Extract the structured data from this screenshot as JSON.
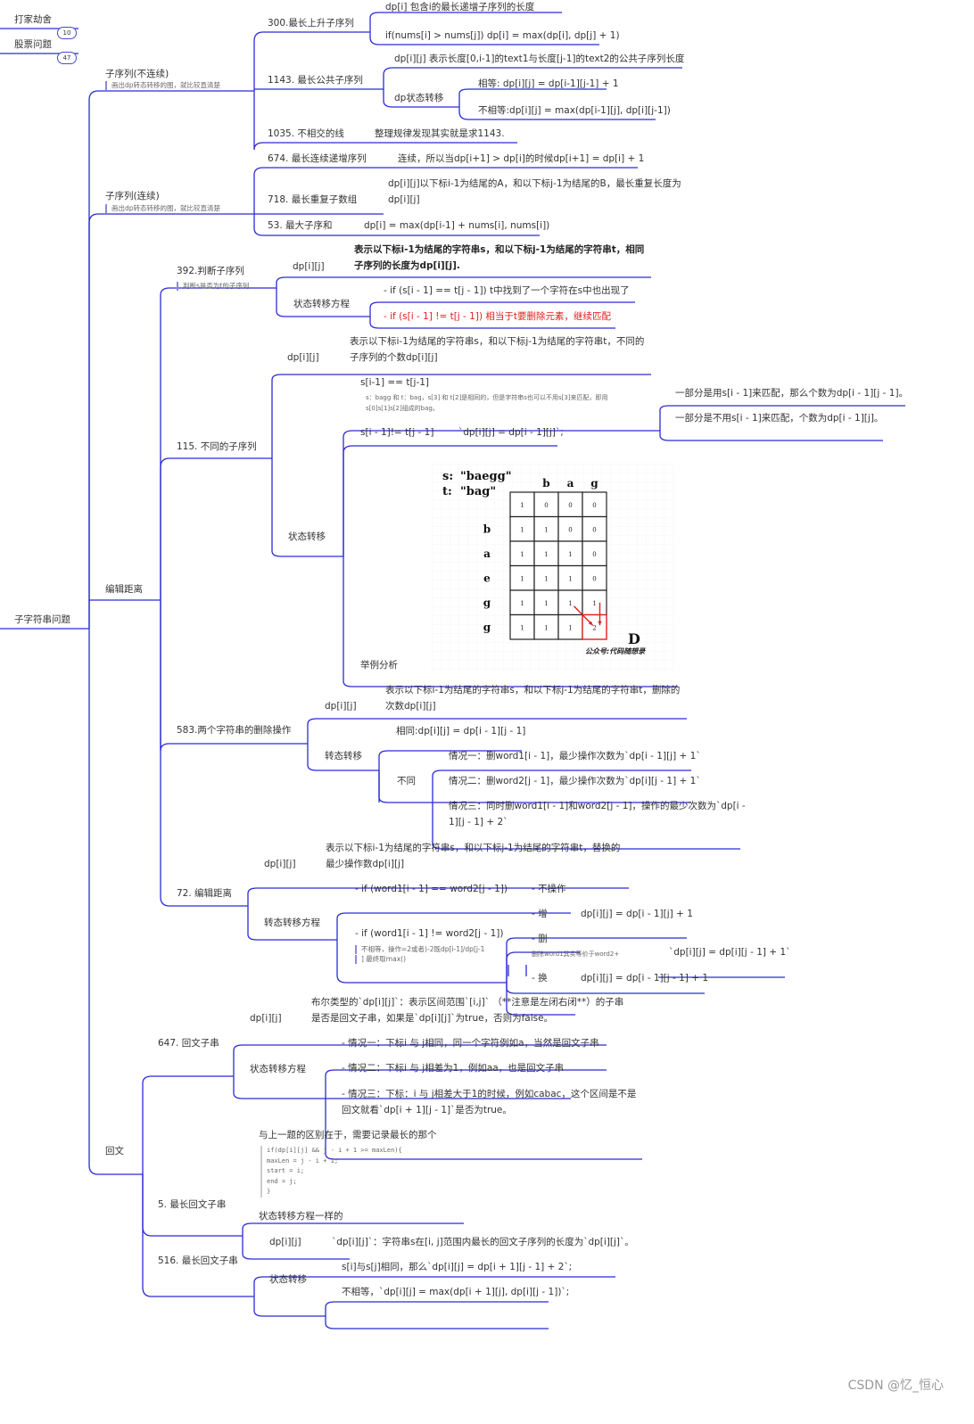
{
  "side": {
    "topic1": "打家劫舍",
    "topic1_count": "10",
    "topic2": "股票问题",
    "topic2_count": "47"
  },
  "root": "子字符串问题",
  "subseq_noncont": {
    "label": "子序列(不连续)",
    "note": "画出dp转态转移的图，就比较直清楚",
    "p300": {
      "title": "300.最长上升子序列",
      "def": "dp[i] 包含i的最长递增子序列的长度",
      "trans": "if(nums[i] > nums[j]) dp[i] = max(dp[i], dp[j] + 1)"
    },
    "p1143": {
      "title": "1143. 最长公共子序列",
      "def": "dp[i][j] 表示长度[0,i-1]的text1与长度[j-1]的text2的公共子序列长度",
      "trans": "dp状态转移",
      "eq": "相等: dp[i][j] = dp[i-1][j-1] + 1",
      "neq": "不相等:dp[i][j] = max(dp[i-1][j], dp[i][j-1])"
    },
    "p1035": {
      "title": "1035. 不相交的线",
      "desc": "整理规律发现其实就是求1143."
    }
  },
  "subseq_cont": {
    "label": "子序列(连续)",
    "note": "画出dp转态转移的图，就比较直清楚",
    "p674": {
      "title": "674. 最长连续递增序列",
      "desc": "连续，所以当dp[i+1] > dp[i]的时候dp[i+1] = dp[i] + 1"
    },
    "p718": {
      "title": "718. 最长重复子数组",
      "desc1": "dp[i][j]以下标i-1为结尾的A，和以下标j-1为结尾的B，最长重复长度为",
      "desc2": "dp[i][j]"
    },
    "p53": {
      "title": "53. 最大子序和",
      "desc": "dp[i] = max(dp[i-1] + nums[i], nums[i])"
    }
  },
  "edit": {
    "label": "编辑距离",
    "p392": {
      "title": "392.判断子序列",
      "note": "判断s是否为t的子序列",
      "dp": "dp[i][j]",
      "def1": "表示以下标i-1为结尾的字符串s，和以下标j-1为结尾的字符串t，相同",
      "def2": "子序列的长度为dp[i][j].",
      "trans": "状态转移方程",
      "c1": "- if (s[i - 1] == t[j - 1])    t中找到了一个字符在s中也出现了",
      "c2": "- if (s[i - 1] != t[j - 1]) 相当于t要删除元素，继续匹配"
    },
    "p115": {
      "title": "115. 不同的子序列",
      "dp": "dp[i][j]",
      "def1": "表示以下标i-1为结尾的字符串s，和以下标j-1为结尾的字符串t，不同的",
      "def2": "子序列的个数dp[i][j]",
      "trans": "状态转移",
      "eq": "s[i-1] == t[j-1]",
      "eq_note1": "s：bagg 和 t：bag，s[3] 和 t[2]是相同的，但是字符串s也可以不用s[3]来匹配，即用",
      "eq_note2": "s[0]s[1]s[2]组成的bag。",
      "part1": "一部分是用s[i - 1]来匹配，那么个数为dp[i - 1][j - 1]。",
      "part2": "一部分是不用s[i - 1]来匹配，个数为dp[i - 1][j]。",
      "neq": "s[i - 1]!= t[j - 1]",
      "neq_eq": "`dp[i][j] = dp[i - 1][j]`;",
      "example": "举例分析",
      "figure": {
        "s_label": "s:",
        "s_val": "\"baegg\"",
        "t_label": "t:",
        "t_val": "\"bag\"",
        "cols": [
          "b",
          "a",
          "g"
        ],
        "rows": [
          "b",
          "a",
          "e",
          "g",
          "g"
        ],
        "grid": [
          [
            "1",
            "0",
            "0",
            "0"
          ],
          [
            "1",
            "1",
            "0",
            "0"
          ],
          [
            "1",
            "1",
            "1",
            "0"
          ],
          [
            "1",
            "1",
            "1",
            "0"
          ],
          [
            "1",
            "1",
            "1",
            "1"
          ],
          [
            "1",
            "1",
            "1",
            "2"
          ]
        ],
        "brand": "D",
        "brand_text": "公众号:代码随想录"
      }
    },
    "p583": {
      "title": "583.两个字符串的删除操作",
      "dp": "dp[i][j]",
      "def1": "表示以下标i-1为结尾的字符串s，和以下标j-1为结尾的字符串t，删除的",
      "def2": "次数dp[i][j]",
      "trans": "转态转移",
      "same": "相同:dp[i][j] = dp[i - 1][j - 1]",
      "diff": "不同",
      "c1": "情况一：删word1[i - 1]，最少操作次数为`dp[i - 1][j] + 1`",
      "c2": "情况二：删word2[j - 1]，最少操作次数为`dp[i][j - 1] + 1`",
      "c3a": "情况三：同时删word1[i - 1]和word2[j - 1]，操作的最少次数为`dp[i -",
      "c3b": "1][j - 1] + 2`"
    },
    "p72": {
      "title": "72. 编辑距离",
      "dp": "dp[i][j]",
      "def1": "表示以下标i-1为结尾的字符串s，和以下标j-1为结尾的字符串t，替换的",
      "def2": "最少操作数dp[i][j]",
      "trans": "转态转移方程",
      "if_eq": "- if (word1[i - 1] == word2[j - 1])",
      "noop": "- 不操作",
      "if_neq": "- if (word1[i - 1] != word2[j - 1])",
      "note1": "不相等，操作=2或者)-2既dp[i-1]/dp[j-1",
      "note2": "] 最终取max()",
      "add": "- 增",
      "add_eq": "dp[i][j] = dp[i - 1][j] + 1",
      "del": "- 删",
      "del_note": "删除word1其实等价于word2+",
      "del_eq": "`dp[i][j] = dp[i][j - 1] + 1`",
      "rep": "- 换",
      "rep_eq": "dp[i][j] = dp[i - 1][j - 1] + 1"
    }
  },
  "pal": {
    "label": "回文",
    "p647": {
      "title": "647. 回文子串",
      "dp": "dp[i][j]",
      "def1": "布尔类型的`dp[i][j]`：表示区间范围`[i,j]` （**注意是左闭右闭**）的子串",
      "def2": "是否是回文子串，如果是`dp[i][j]`为true，否则为false。",
      "trans": "状态转移方程",
      "c1": "- 情况一：下标i 与 j相同，同一个字符例如a，当然是回文子串",
      "c2": "- 情况二：下标i 与 j相差为1，例如aa，也是回文子串",
      "c3a": "- 情况三：下标：i 与 j相差大于1的时候，例如cabac，这个区间是不是",
      "c3b": "回文就看`dp[i + 1][j - 1]`是否为true。"
    },
    "p5": {
      "title": "5. 最长回文子串",
      "desc": "与上一题的区别在于，需要记录最长的那个",
      "code": "if(dp[i][j] && j - i + 1 >= maxLen){\nmaxLen = j - i + 1;\nstart = i;\nend = j;\n}",
      "trans": "状态转移方程一样的"
    },
    "p516": {
      "title": "516. 最长回文子串",
      "dp": "dp[i][j]",
      "def": "`dp[i][j]`：字符串s在[i, j]范围内最长的回文子序列的长度为`dp[i][j]`。",
      "trans": "状态转移",
      "c1": "s[i]与s[j]相同，那么`dp[i][j] = dp[i + 1][j - 1] + 2`;",
      "c2": "不相等，`dp[i][j] = max(dp[i + 1][j], dp[i][j - 1])`;"
    }
  },
  "watermark": "CSDN @忆_恒心",
  "colors": {
    "line": "#2b2bd6",
    "grid": "#222222",
    "highlight": "#e02020",
    "text": "#333333"
  }
}
